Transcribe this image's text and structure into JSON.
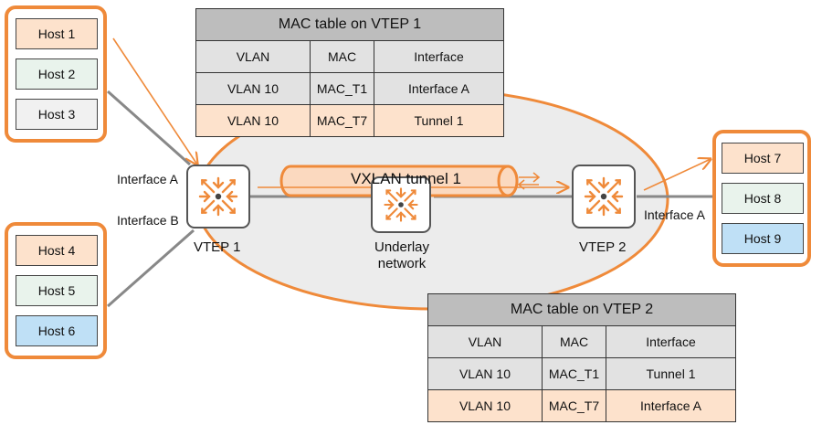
{
  "colors": {
    "accent": "#ef8a3a",
    "host_orange": "#fde2cc",
    "host_green": "#e9f3ec",
    "host_grey": "#f1f1f1",
    "host_blue": "#bfe0f6",
    "network": "#ececec"
  },
  "host_groups": [
    {
      "hosts": [
        {
          "label": "Host 1"
        },
        {
          "label": "Host 2"
        },
        {
          "label": "Host 3"
        }
      ]
    },
    {
      "hosts": [
        {
          "label": "Host 4"
        },
        {
          "label": "Host 5"
        },
        {
          "label": "Host 6"
        }
      ]
    },
    {
      "hosts": [
        {
          "label": "Host 7"
        },
        {
          "label": "Host 8"
        },
        {
          "label": "Host 9"
        }
      ]
    }
  ],
  "devices": {
    "vtep1": {
      "label": "VTEP 1",
      "icon": "switch-icon"
    },
    "vtep2": {
      "label": "VTEP 2",
      "icon": "switch-icon"
    },
    "underlay": {
      "label_line1": "Underlay",
      "label_line2": "network",
      "icon": "switch-icon"
    }
  },
  "interfaces": {
    "vtep1_a": "Interface A",
    "vtep1_b": "Interface B",
    "vtep2_a": "Interface A"
  },
  "tunnel": {
    "label": "VXLAN tunnel 1"
  },
  "mac_tables": [
    {
      "title": "MAC table on VTEP 1",
      "headers": [
        "VLAN",
        "MAC",
        "Interface"
      ],
      "rows": [
        [
          "VLAN 10",
          "MAC_T1",
          "Interface A"
        ],
        [
          "VLAN 10",
          "MAC_T7",
          "Tunnel 1"
        ]
      ]
    },
    {
      "title": "MAC table on VTEP 2",
      "headers": [
        "VLAN",
        "MAC",
        "Interface"
      ],
      "rows": [
        [
          "VLAN 10",
          "MAC_T1",
          "Tunnel 1"
        ],
        [
          "VLAN 10",
          "MAC_T7",
          "Interface A"
        ]
      ]
    }
  ]
}
